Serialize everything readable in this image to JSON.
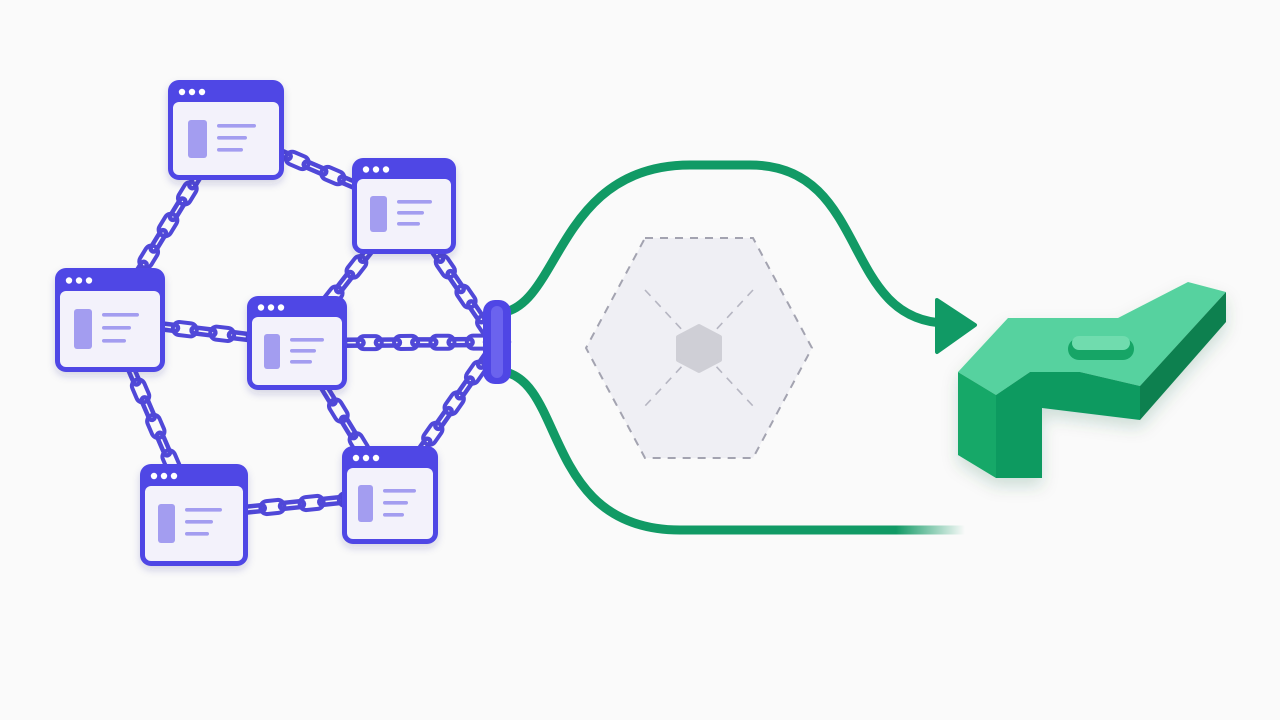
{
  "colors": {
    "background": "#fafafa",
    "window_frame": "#4f46e5",
    "window_body": "#f3f2fb",
    "window_accent": "#a39df0",
    "chain": "#5048d8",
    "flow_line": "#119a65",
    "hub_fill": "#efeff4",
    "hub_dash": "#a3a3b0",
    "hub_core": "#cfcfd6",
    "block_front": "#0f9a60",
    "block_top": "#57d29f",
    "block_side": "#0a8050"
  },
  "diagram": {
    "windows": [
      {
        "id": "window-1",
        "icon": "browser-window-icon"
      },
      {
        "id": "window-2",
        "icon": "browser-window-icon"
      },
      {
        "id": "window-3",
        "icon": "browser-window-icon"
      },
      {
        "id": "window-4",
        "icon": "browser-window-icon"
      },
      {
        "id": "window-5",
        "icon": "browser-window-icon"
      },
      {
        "id": "window-6",
        "icon": "browser-window-icon"
      }
    ],
    "links": [
      [
        "window-1",
        "window-2"
      ],
      [
        "window-1",
        "window-3"
      ],
      [
        "window-2",
        "window-4"
      ],
      [
        "window-3",
        "window-4"
      ],
      [
        "window-3",
        "window-5"
      ],
      [
        "window-4",
        "window-6"
      ],
      [
        "window-4",
        "connector"
      ],
      [
        "window-2",
        "connector"
      ],
      [
        "window-6",
        "connector"
      ],
      [
        "window-5",
        "window-6"
      ]
    ],
    "connector_icon": "chain-connector-icon",
    "hub_icon": "dashed-hexagon-icon",
    "target_icon": "3d-block-icon"
  }
}
